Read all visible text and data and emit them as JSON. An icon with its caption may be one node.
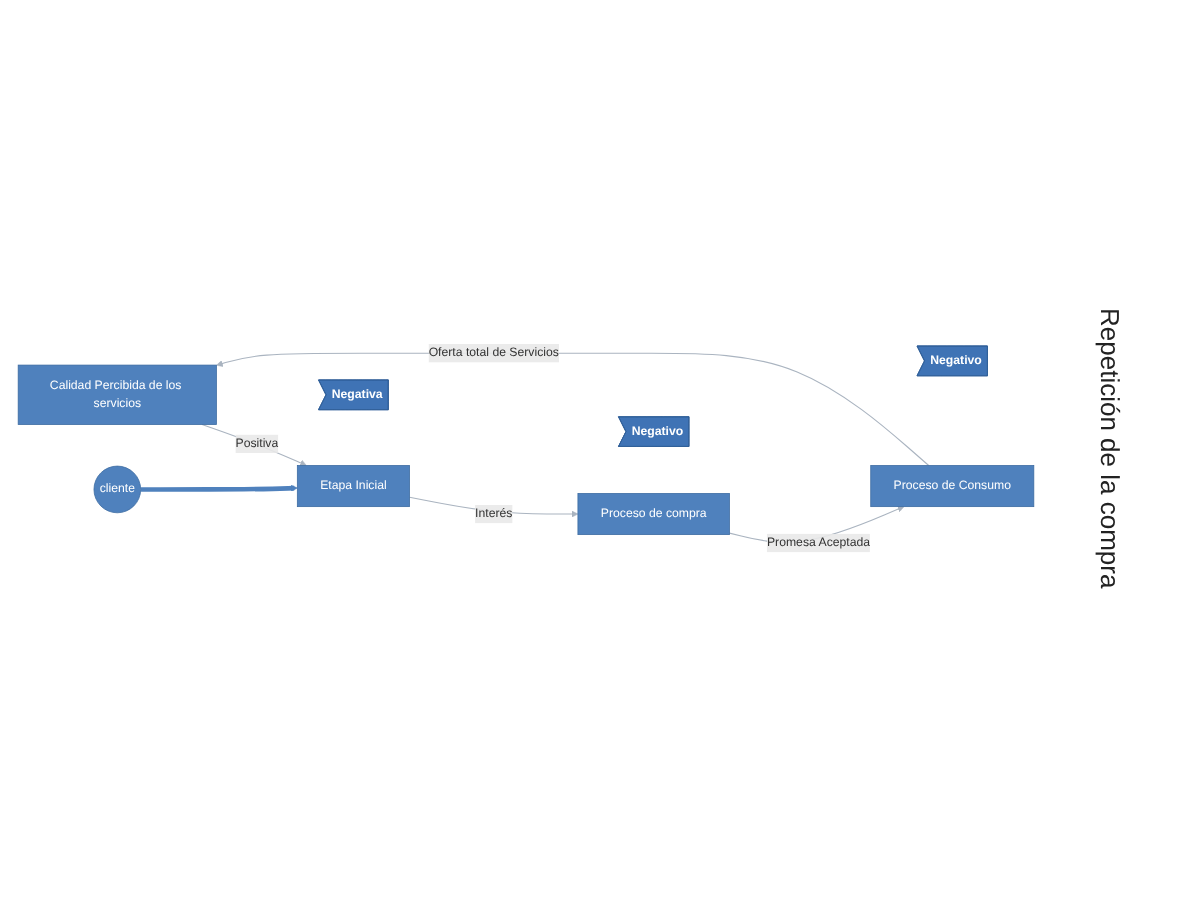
{
  "diagram": {
    "nodes": [
      {
        "text": [
          "Calidad Percibida de los servicios"
        ]
      },
      {
        "text": [
          "Negativa"
        ]
      },
      {
        "text": [
          "Proceso de Consumo"
        ]
      },
      {
        "text": [
          "cliente"
        ]
      },
      {
        "text": [
          "Etapa Inicial"
        ]
      },
      {
        "text": [
          "Negativo"
        ]
      },
      {
        "text": [
          "Proceso de compra"
        ]
      },
      {
        "text": [
          "Negativo"
        ]
      }
    ],
    "edges": [
      {
        "from": 2,
        "to": 0,
        "arrow": "to",
        "label": "Oferta total de Servicios"
      },
      {
        "from": 0,
        "to": 4,
        "arrow": "to",
        "label": "Positiva"
      },
      {
        "from": 3,
        "to": 4,
        "arrow": "to",
        "style": "thick",
        "color": "#4f81bd"
      },
      {
        "from": 4,
        "to": 6,
        "arrow": "to",
        "label": "Interés"
      },
      {
        "from": 6,
        "to": 2,
        "arrow": "to",
        "label": "Promesa Aceptada"
      }
    ],
    "labels": [
      "Repetición de la compra"
    ]
  }
}
